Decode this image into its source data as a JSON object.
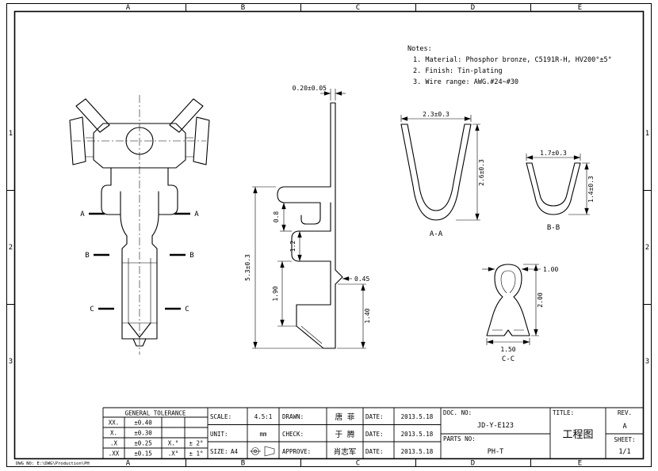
{
  "frame": {
    "cols": [
      "A",
      "B",
      "C",
      "D",
      "E"
    ],
    "rows": [
      "1",
      "2",
      "3"
    ],
    "footer": "DWG NO: E:\\DWG\\Production\\PH"
  },
  "notes": {
    "heading": "Notes:",
    "items": [
      "1.  Material: Phosphor bronze, C5191R-H, HV200°±5°",
      "2.  Finish: Tin-plating",
      "3.  Wire range: AWG.#24~#30"
    ]
  },
  "dims": {
    "side_thickness": "0.20±0.05",
    "side_total": "5.3±0.3",
    "side_gap": "0.8",
    "side_finger": "1.2",
    "side_lower": "1.90",
    "side_lance": "0.45",
    "side_tail": "1.40",
    "aa_width": "2.3±0.3",
    "aa_height": "2.6±0.3",
    "bb_width": "1.7±0.3",
    "bb_height": "1.4±0.3",
    "cc_top": "1.00",
    "cc_height": "2.00",
    "cc_bottom": "1.50"
  },
  "sections": {
    "a": "A",
    "b": "B",
    "c": "C",
    "aa": "A-A",
    "bb": "B-B",
    "cc": "C-C"
  },
  "title_block": {
    "tolerance": {
      "header": "GENERAL TOLERANCE",
      "rows": [
        {
          "c1": "XX.",
          "c2": "±0.40",
          "c3": "",
          "c4": ""
        },
        {
          "c1": "X.",
          "c2": "±0.30",
          "c3": "",
          "c4": ""
        },
        {
          "c1": ".X",
          "c2": "±0.25",
          "c3": "X.°",
          "c4": "± 2°"
        },
        {
          "c1": ".XX",
          "c2": "±0.15",
          "c3": ".X°",
          "c4": "± 1°"
        }
      ]
    },
    "scale_label": "SCALE:",
    "scale": "4.5:1",
    "unit_label": "UNIT:",
    "unit": "mm",
    "size_label": "SIZE:",
    "size": "A4",
    "drawn_label": "DRAWN:",
    "drawn": "唐 菲",
    "check_label": "CHECK:",
    "check": "于 腾",
    "approve_label": "APPROVE:",
    "approve": "肖志军",
    "date_label": "DATE:",
    "date1": "2013.5.18",
    "date2": "2013.5.18",
    "date3": "2013.5.18",
    "doc_no_label": "DOC. NO:",
    "doc_no": "JD-Y-E123",
    "parts_no_label": "PARTS NO:",
    "parts_no": "PH-T",
    "title_label": "TITLE:",
    "title": "工程图",
    "rev_label": "REV.",
    "rev": "A",
    "sheet_label": "SHEET:",
    "sheet": "1/1"
  }
}
